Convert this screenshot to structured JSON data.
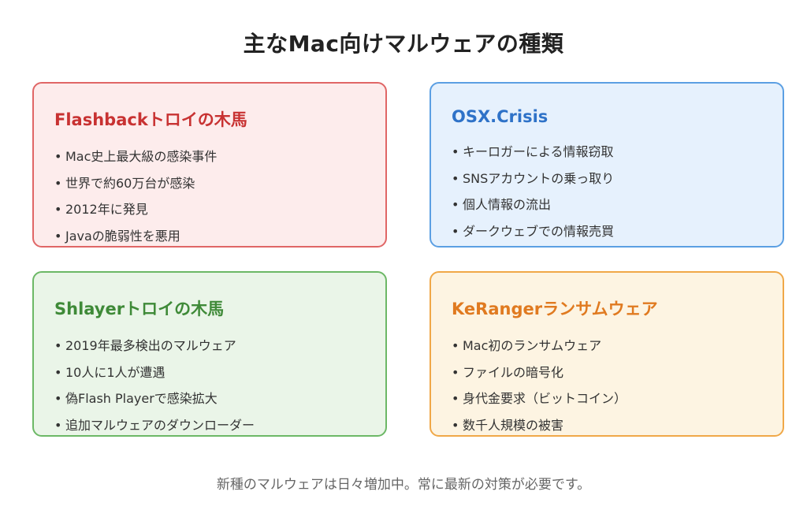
{
  "title": "主なMac向けマルウェアの種類",
  "cards": [
    {
      "title": "Flashbackトロイの木馬",
      "items": [
        "Mac史上最大級の感染事件",
        "世界で約60万台が感染",
        "2012年に発見",
        "Javaの脆弱性を悪用"
      ],
      "colors": {
        "background": "#fdecec",
        "border": "#e06666",
        "title": "#c83232"
      }
    },
    {
      "title": "OSX.Crisis",
      "items": [
        "キーロガーによる情報窃取",
        "SNSアカウントの乗っ取り",
        "個人情報の流出",
        "ダークウェブでの情報売買"
      ],
      "colors": {
        "background": "#e6f1fd",
        "border": "#5b9fe3",
        "title": "#2e72c8"
      }
    },
    {
      "title": "Shlayerトロイの木馬",
      "items": [
        "2019年最多検出のマルウェア",
        "10人に1人が遭遇",
        "偽Flash Playerで感染拡大",
        "追加マルウェアのダウンローダー"
      ],
      "colors": {
        "background": "#eaf5e8",
        "border": "#6cb866",
        "title": "#3f8a38"
      }
    },
    {
      "title": "KeRangerランサムウェア",
      "items": [
        "Mac初のランサムウェア",
        "ファイルの暗号化",
        "身代金要求（ビットコイン）",
        "数千人規模の被害"
      ],
      "colors": {
        "background": "#fdf4e2",
        "border": "#f0a848",
        "title": "#e07a20"
      }
    }
  ],
  "bullet": "•",
  "footer": "新種のマルウェアは日々増加中。常に最新の対策が必要です。"
}
